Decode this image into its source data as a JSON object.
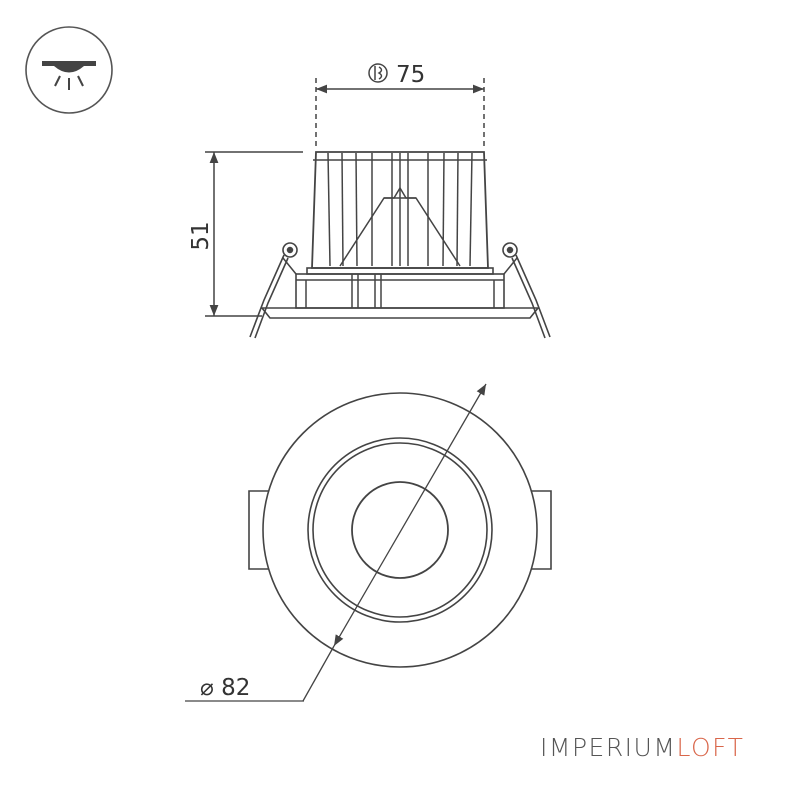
{
  "dimensions": {
    "cutout_diameter": "75",
    "height": "51",
    "outer_diameter": "⌀ 82"
  },
  "brand": {
    "part1": "IMPERIUM",
    "part2": "LOFT"
  },
  "colors": {
    "line": "#444444",
    "brand_gray": "#555555",
    "brand_accent": "#d9664a"
  },
  "icons": {
    "mount_type": "recessed-downlight-icon",
    "cutout": "cutout-hole-icon"
  }
}
